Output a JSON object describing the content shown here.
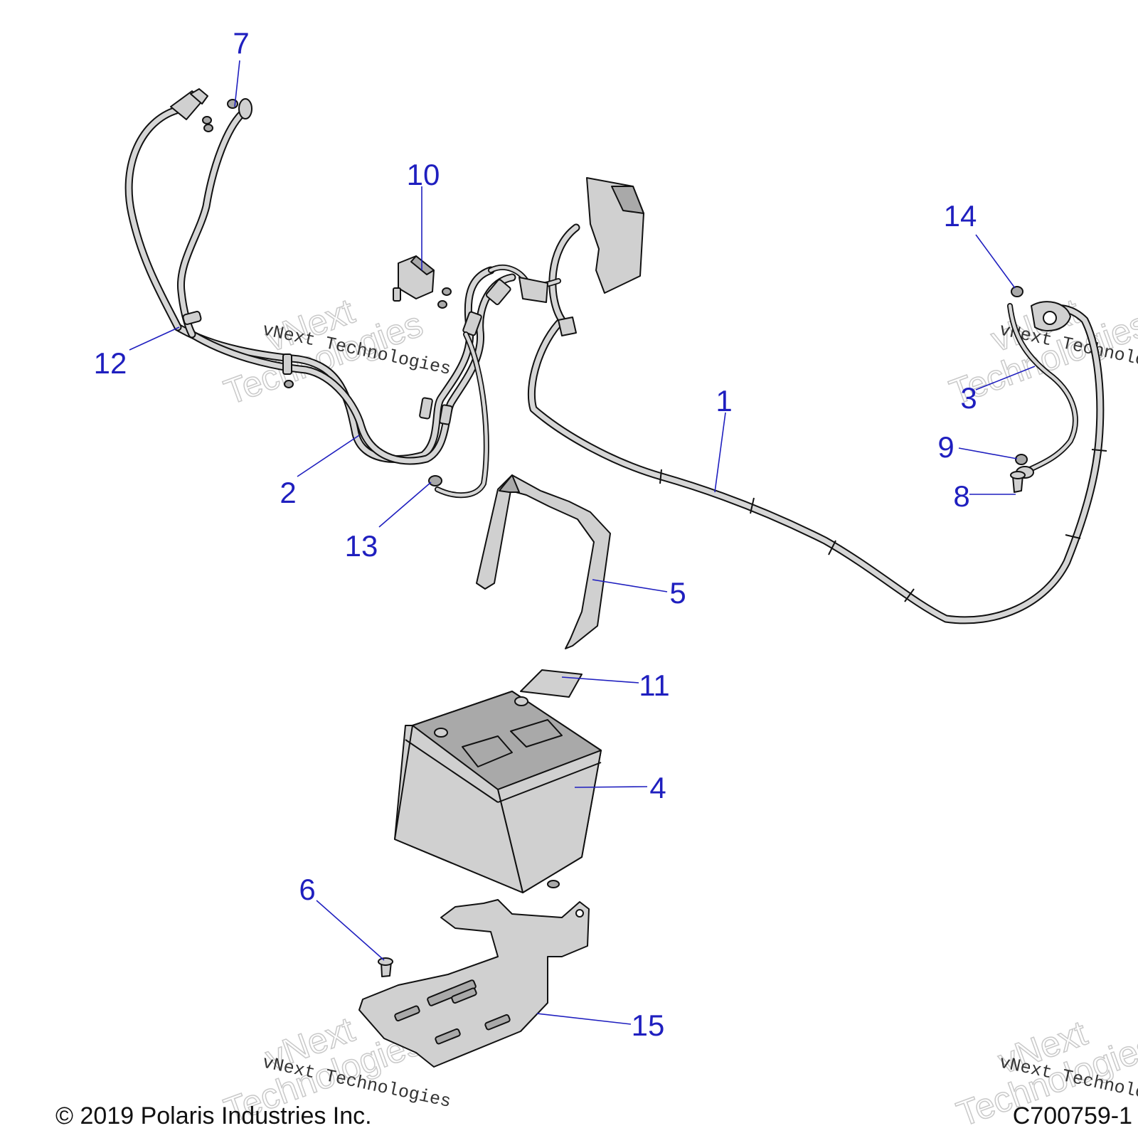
{
  "callouts": [
    {
      "id": "1",
      "label": "1"
    },
    {
      "id": "2",
      "label": "2"
    },
    {
      "id": "3",
      "label": "3"
    },
    {
      "id": "4",
      "label": "4"
    },
    {
      "id": "5",
      "label": "5"
    },
    {
      "id": "6",
      "label": "6"
    },
    {
      "id": "7",
      "label": "7"
    },
    {
      "id": "8",
      "label": "8"
    },
    {
      "id": "9",
      "label": "9"
    },
    {
      "id": "10",
      "label": "10"
    },
    {
      "id": "11",
      "label": "11"
    },
    {
      "id": "12",
      "label": "12"
    },
    {
      "id": "13",
      "label": "13"
    },
    {
      "id": "14",
      "label": "14"
    },
    {
      "id": "15",
      "label": "15"
    }
  ],
  "watermark": {
    "line1": "vNext",
    "line2": "Technologies",
    "small": "vNext Technologies"
  },
  "footer": {
    "copyright": "© 2019 Polaris Industries Inc.",
    "figure_id": "C700759-1"
  },
  "colors": {
    "callout": "#1f1fbf",
    "linework": "#111111",
    "part_fill": "#d0d0d0"
  }
}
